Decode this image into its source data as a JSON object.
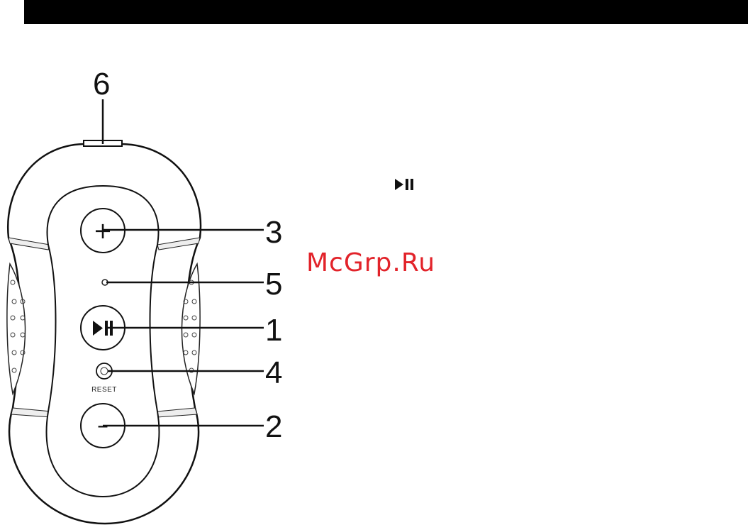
{
  "callouts": {
    "six": "6",
    "three": "3",
    "five": "5",
    "one": "1",
    "four": "4",
    "two": "2"
  },
  "device": {
    "reset_label": "RESET",
    "plus_symbol": "+",
    "minus_symbol": "–"
  },
  "watermark": "McGrp.Ru",
  "colors": {
    "watermark": "#e2232a",
    "line": "#111111",
    "header_bar": "#000000"
  },
  "icons": {
    "play_pause": "play-pause-icon"
  }
}
